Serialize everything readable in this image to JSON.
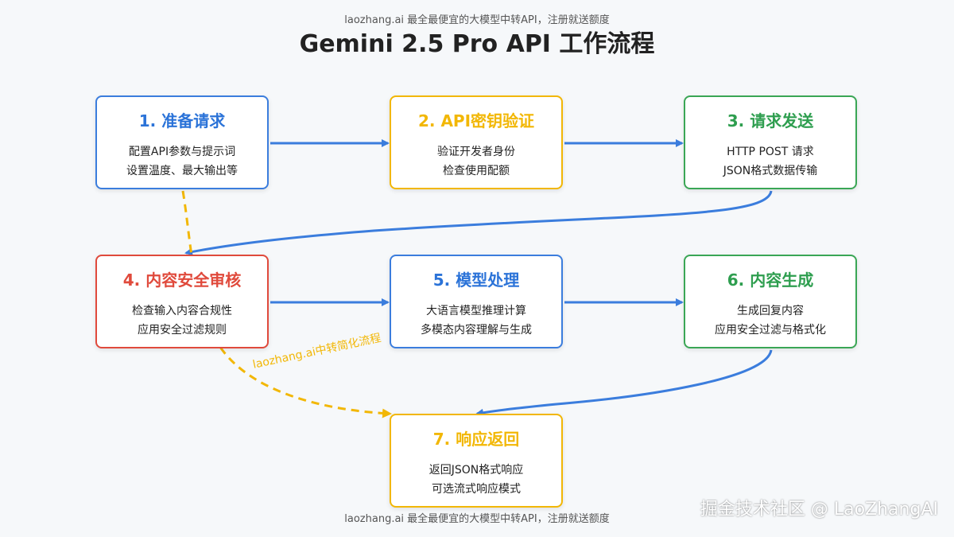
{
  "header": {
    "caption": "laozhang.ai 最全最便宜的大模型中转API，注册就送额度",
    "title": "Gemini 2.5 Pro API 工作流程"
  },
  "footer": {
    "caption": "laozhang.ai 最全最便宜的大模型中转API，注册就送额度",
    "watermark": "掘金技术社区 @ LaoZhangAI"
  },
  "steps": [
    {
      "title": "1. 准备请求",
      "lines": [
        "配置API参数与提示词",
        "设置温度、最大输出等"
      ],
      "color": "#2b73d8"
    },
    {
      "title": "2. API密钥验证",
      "lines": [
        "验证开发者身份",
        "检查使用配额"
      ],
      "color": "#f2b705"
    },
    {
      "title": "3. 请求发送",
      "lines": [
        "HTTP POST 请求",
        "JSON格式数据传输"
      ],
      "color": "#2e9e4f"
    },
    {
      "title": "4. 内容安全审核",
      "lines": [
        "检查输入内容合规性",
        "应用安全过滤规则"
      ],
      "color": "#e04a3c"
    },
    {
      "title": "5. 模型处理",
      "lines": [
        "大语言模型推理计算",
        "多模态内容理解与生成"
      ],
      "color": "#2b73d8"
    },
    {
      "title": "6. 内容生成",
      "lines": [
        "生成回复内容",
        "应用安全过滤与格式化"
      ],
      "color": "#2e9e4f"
    },
    {
      "title": "7. 响应返回",
      "lines": [
        "返回JSON格式响应",
        "可选流式响应模式"
      ],
      "color": "#f2b705"
    }
  ],
  "shortcut": {
    "label": "laozhang.ai中转简化流程",
    "color": "#f2b705"
  },
  "arrow_color": "#3b7ddd"
}
